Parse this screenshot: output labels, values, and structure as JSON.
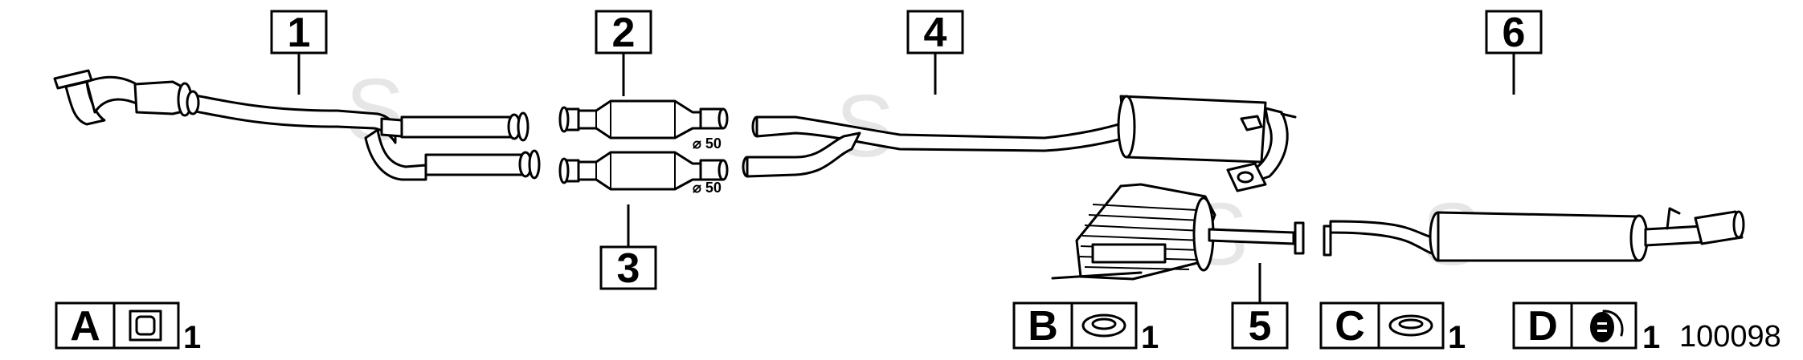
{
  "watermark": "S",
  "callouts": [
    {
      "id": "c1",
      "label": "1"
    },
    {
      "id": "c2",
      "label": "2"
    },
    {
      "id": "c3",
      "label": "3"
    },
    {
      "id": "c4",
      "label": "4"
    },
    {
      "id": "c5",
      "label": "5"
    },
    {
      "id": "c6",
      "label": "6"
    }
  ],
  "dimensions": {
    "cat2_diameter": "50",
    "cat3_diameter": "50"
  },
  "accessories": [
    {
      "letter": "A",
      "qty": "1",
      "icon": "square-gasket-icon"
    },
    {
      "letter": "B",
      "qty": "1",
      "icon": "ring-gasket-icon"
    },
    {
      "letter": "C",
      "qty": "1",
      "icon": "ring-gasket-icon"
    },
    {
      "letter": "D",
      "qty": "1",
      "icon": "rubber-mount-icon"
    }
  ],
  "reference_number": "100098"
}
